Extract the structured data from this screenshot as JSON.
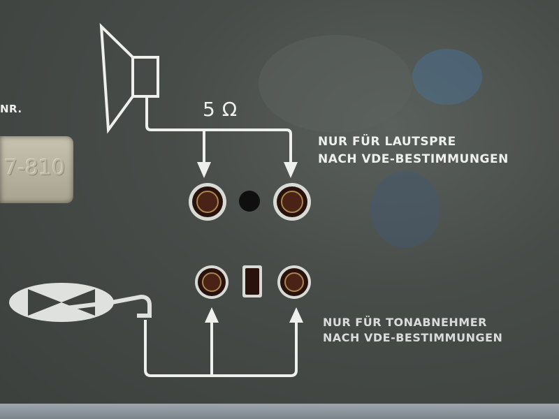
{
  "panel": {
    "number_label": "NR.",
    "serial_plate": "7-810",
    "speaker": {
      "impedance": "5 Ω",
      "note_line1": "NUR FÜR LAUTSPRE",
      "note_line2": "NACH VDE-BESTIMMUNGEN"
    },
    "pickup": {
      "note_line1": "NUR FÜR TONABNEHMER",
      "note_line2": "NACH VDE-BESTIMMUNGEN"
    }
  },
  "colors": {
    "panel": "#474c49",
    "print": "#eef0ee",
    "socket": "#3a1a12",
    "plate": "#b8b2a0"
  }
}
